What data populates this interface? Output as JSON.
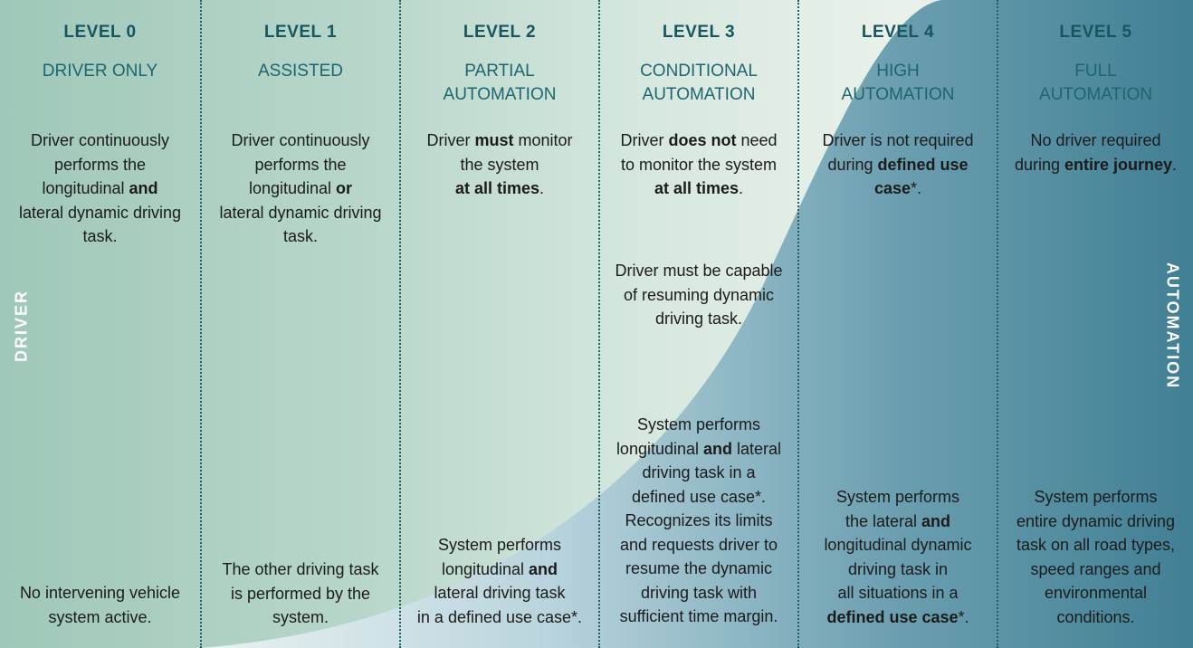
{
  "diagram": {
    "side_labels": {
      "left": "DRIVER",
      "right": "AUTOMATION"
    },
    "colors": {
      "heading": "#17565f",
      "name": "#1d6670",
      "curve_light": "#b9d4dd",
      "curve_dark": "#417f94"
    },
    "levels": [
      {
        "level": "LEVEL 0",
        "name": [
          "DRIVER ONLY"
        ],
        "driver_text": [
          "Driver continuously",
          "performs the",
          "longitudinal |and|",
          "lateral dynamic driving",
          "task."
        ],
        "middle_text": [],
        "system_text": [
          "No intervening vehicle",
          "system active."
        ]
      },
      {
        "level": "LEVEL 1",
        "name": [
          "ASSISTED"
        ],
        "driver_text": [
          "Driver continuously",
          "performs the",
          "longitudinal |or|",
          "lateral dynamic driving",
          "task."
        ],
        "middle_text": [],
        "system_text": [
          "The other driving task",
          "is performed by the",
          "system."
        ]
      },
      {
        "level": "LEVEL 2",
        "name": [
          "PARTIAL",
          "AUTOMATION"
        ],
        "driver_text": [
          "Driver |must| monitor",
          "the system",
          "|at all times|."
        ],
        "middle_text": [],
        "system_text": [
          "System performs",
          "longitudinal |and|",
          "lateral driving task",
          "in a defined use case*."
        ]
      },
      {
        "level": "LEVEL 3",
        "name": [
          "CONDITIONAL",
          "AUTOMATION"
        ],
        "driver_text": [
          "Driver |does not| need",
          "to monitor the system",
          "|at all times|."
        ],
        "middle_text": [
          "Driver must be capable",
          "of resuming dynamic",
          "driving task."
        ],
        "system_text": [
          "System performs",
          "longitudinal |and| lateral",
          "driving task in a",
          "defined use case*.",
          "Recognizes its limits",
          "and requests driver to",
          "resume the dynamic",
          "driving task with",
          "sufficient time margin."
        ]
      },
      {
        "level": "LEVEL 4",
        "name": [
          "HIGH",
          "AUTOMATION"
        ],
        "driver_text": [
          "Driver is not required",
          "during |defined use|",
          "|case|*."
        ],
        "middle_text": [],
        "system_text": [
          "System performs",
          "the lateral |and|",
          "longitudinal dynamic",
          "driving task in",
          "all situations in a",
          "|defined use case|*."
        ]
      },
      {
        "level": "LEVEL 5",
        "name": [
          "FULL",
          "AUTOMATION"
        ],
        "driver_text": [
          "No driver required",
          "during |entire journey|."
        ],
        "middle_text": [],
        "system_text": [
          "System performs",
          "entire dynamic driving",
          "task on all road types,",
          "speed ranges and",
          "environmental",
          "conditions."
        ]
      }
    ]
  }
}
